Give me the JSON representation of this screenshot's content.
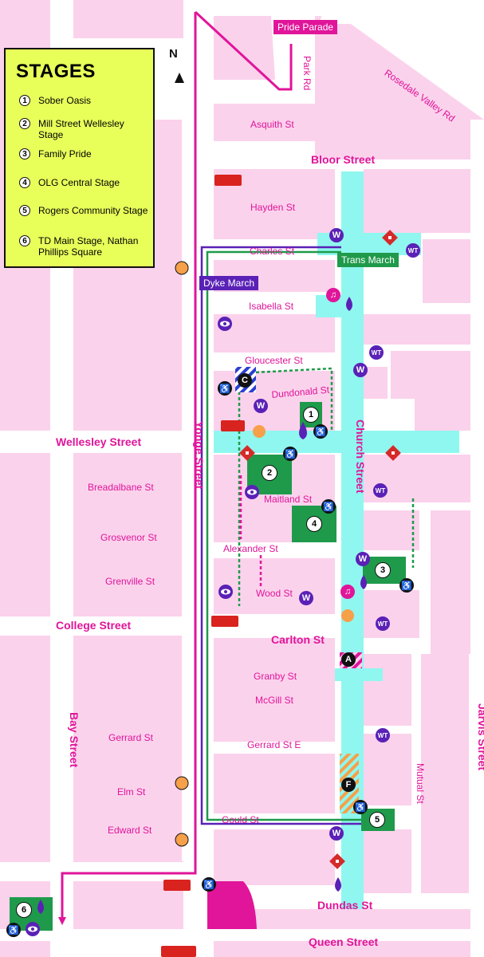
{
  "legend": {
    "title": "STAGES",
    "items": [
      {
        "num": "1",
        "text": "Sober Oasis"
      },
      {
        "num": "2",
        "text": "Mill Street Wellesley Stage"
      },
      {
        "num": "3",
        "text": "Family Pride"
      },
      {
        "num": "4",
        "text": "OLG Central Stage"
      },
      {
        "num": "5",
        "text": "Rogers Community Stage"
      },
      {
        "num": "6",
        "text": "TD Main Stage, Nathan Phillips Square"
      }
    ]
  },
  "north": "N",
  "badges": {
    "pride_parade": "Pride Parade",
    "trans_march": "Trans March",
    "dyke_march": "Dyke March"
  },
  "streets": {
    "bloor": "Bloor Street",
    "wellesley": "Wellesley Street",
    "college": "College Street",
    "carlton": "Carlton St",
    "dundas": "Dundas St",
    "queen": "Queen Street",
    "yonge": "Yonge Street",
    "church": "Church Street",
    "bay": "Bay Street",
    "jarvis": "Jarvis Street",
    "park_rd": "Park Rd",
    "rosedale": "Rosedale Valley Rd",
    "asquith": "Asquith St",
    "hayden": "Hayden St",
    "charles": "Charles St",
    "isabella": "Isabella St",
    "gloucester": "Gloucester St",
    "dundonald": "Dundonald St",
    "breadalbane": "Breadalbane St",
    "maitland": "Maitland St",
    "grosvenor": "Grosvenor St",
    "alexander": "Alexander St",
    "grenville": "Grenville St",
    "wood": "Wood St",
    "granby": "Granby St",
    "mcgill": "McGill St",
    "gerrard": "Gerrard St",
    "gerrard_e": "Gerrard St E",
    "elm": "Elm St",
    "edward": "Edward St",
    "gould": "Gould St",
    "mutual": "Mutual St"
  },
  "markers": {
    "washroom": "W",
    "washroom_trans": "WT",
    "zone_a": "A",
    "zone_c": "C",
    "zone_f": "F",
    "stage_1": "1",
    "stage_2": "2",
    "stage_3": "3",
    "stage_4": "4",
    "stage_5": "5",
    "stage_6": "6",
    "music": "♫",
    "accessible": "♿"
  },
  "colors": {
    "block": "#fbd2ec",
    "route": "#8ff7ef",
    "magenta": "#e0159a",
    "stage_green": "#1f9a4b",
    "purple": "#5a21b6",
    "legend": "#e8ff5a",
    "ttc_red": "#d9231f",
    "first_aid": "#d62a2a",
    "zone_orange": "#f6a04a"
  }
}
